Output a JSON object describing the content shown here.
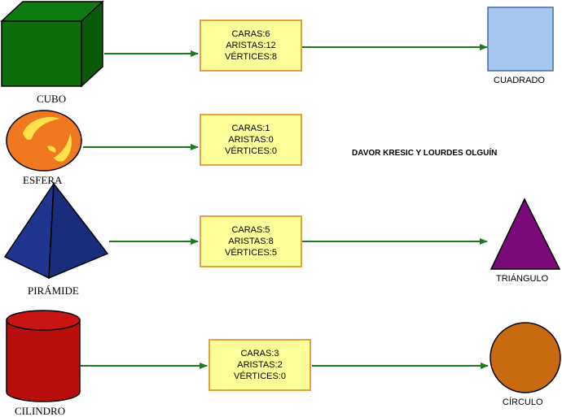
{
  "authors": "DAVOR KRESIC Y LOURDES OLGUÍN",
  "rows": [
    {
      "solid": "CUBO",
      "props": [
        "CARAS:6",
        "ARISTAS:12",
        "VÉRTICES:8"
      ],
      "flat": "CUADRADO"
    },
    {
      "solid": "ESFERA",
      "props": [
        "CARAS:1",
        "ARISTAS:0",
        "VÉRTICES:0"
      ],
      "flat": ""
    },
    {
      "solid": "PIRÁMIDE",
      "props": [
        "CARAS:5",
        "ARISTAS:8",
        "VÉRTICES:5"
      ],
      "flat": "TRIÁNGULO"
    },
    {
      "solid": "CILINDRO",
      "props": [
        "CARAS:3",
        "ARISTAS:2",
        "VÉRTICES:0"
      ],
      "flat": "CÍRCULO"
    }
  ],
  "colors": {
    "cube": "#0b6e0b",
    "sphere": "#f07820",
    "pyramid": "#1f3590",
    "cylinder": "#b80e0e",
    "square": "#a6c8f0",
    "triangle": "#7a0a7a",
    "circle": "#c86a10",
    "arrow": "#1e7a1e",
    "box_fill": "#ffff99",
    "box_border": "#e8a040"
  }
}
